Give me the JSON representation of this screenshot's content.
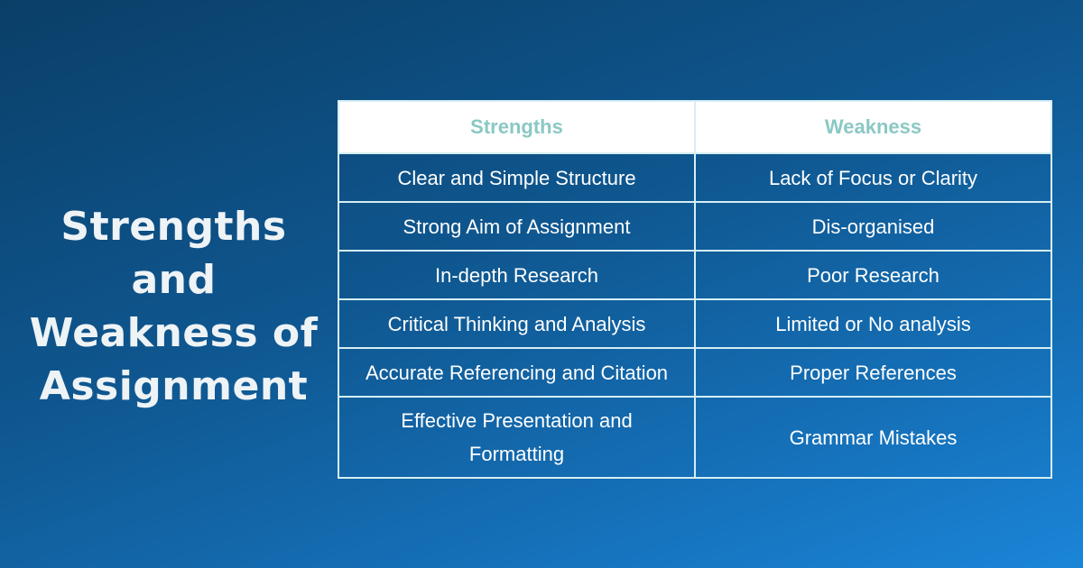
{
  "title": {
    "line1": "Strengths and",
    "line2": "Weakness of",
    "line3": "Assignment"
  },
  "table": {
    "headers": [
      "Strengths",
      "Weakness"
    ],
    "rows": [
      [
        "Clear and Simple Structure",
        "Lack of Focus or Clarity"
      ],
      [
        "Strong Aim of Assignment",
        "Dis-organised"
      ],
      [
        "In-depth Research",
        "Poor Research"
      ],
      [
        "Critical Thinking and Analysis",
        "Limited or No analysis"
      ],
      [
        "Accurate Referencing and Citation",
        "Proper References"
      ],
      [
        "Effective Presentation and Formatting",
        "Grammar Mistakes"
      ]
    ]
  }
}
